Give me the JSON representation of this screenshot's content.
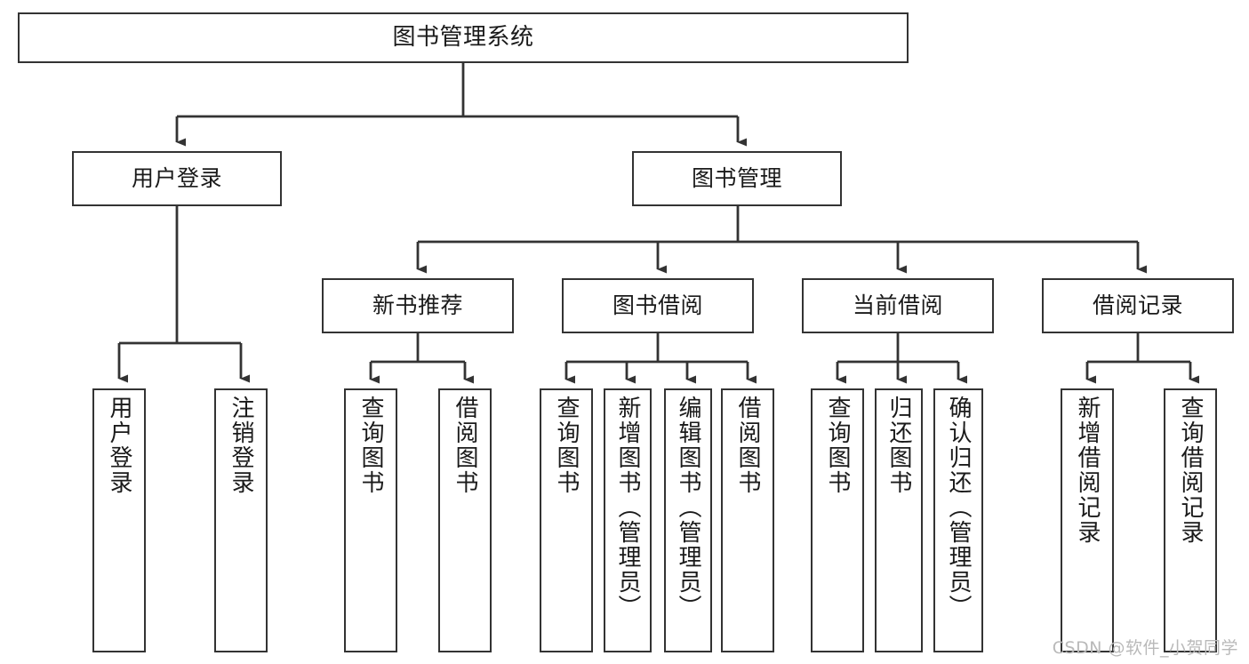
{
  "diagram": {
    "title": "图书管理系统",
    "type": "tree",
    "watermark": "CSDN @软件_小贺同学",
    "colors": {
      "stroke": "#333333",
      "fill": "#ffffff",
      "text": "#1a1a1a",
      "watermark": "#b9b9b9"
    },
    "levels": {
      "root": {
        "label": "图书管理系统"
      },
      "level2": [
        {
          "label": "用户登录"
        },
        {
          "label": "图书管理"
        }
      ],
      "level3": [
        {
          "label": "新书推荐"
        },
        {
          "label": "图书借阅"
        },
        {
          "label": "当前借阅"
        },
        {
          "label": "借阅记录"
        }
      ],
      "leaves": [
        {
          "label": "用户登录",
          "parent": "用户登录"
        },
        {
          "label": "注销登录",
          "parent": "用户登录"
        },
        {
          "label": "查询图书",
          "parent": "新书推荐"
        },
        {
          "label": "借阅图书",
          "parent": "新书推荐"
        },
        {
          "label": "查询图书",
          "parent": "图书借阅"
        },
        {
          "label": "新增图书（管理员）",
          "parent": "图书借阅"
        },
        {
          "label": "编辑图书（管理员）",
          "parent": "图书借阅"
        },
        {
          "label": "借阅图书",
          "parent": "图书借阅"
        },
        {
          "label": "查询图书",
          "parent": "当前借阅"
        },
        {
          "label": "归还图书",
          "parent": "当前借阅"
        },
        {
          "label": "确认归还（管理员）",
          "parent": "当前借阅"
        },
        {
          "label": "新增借阅记录",
          "parent": "借阅记录"
        },
        {
          "label": "查询借阅记录",
          "parent": "借阅记录"
        }
      ]
    }
  }
}
